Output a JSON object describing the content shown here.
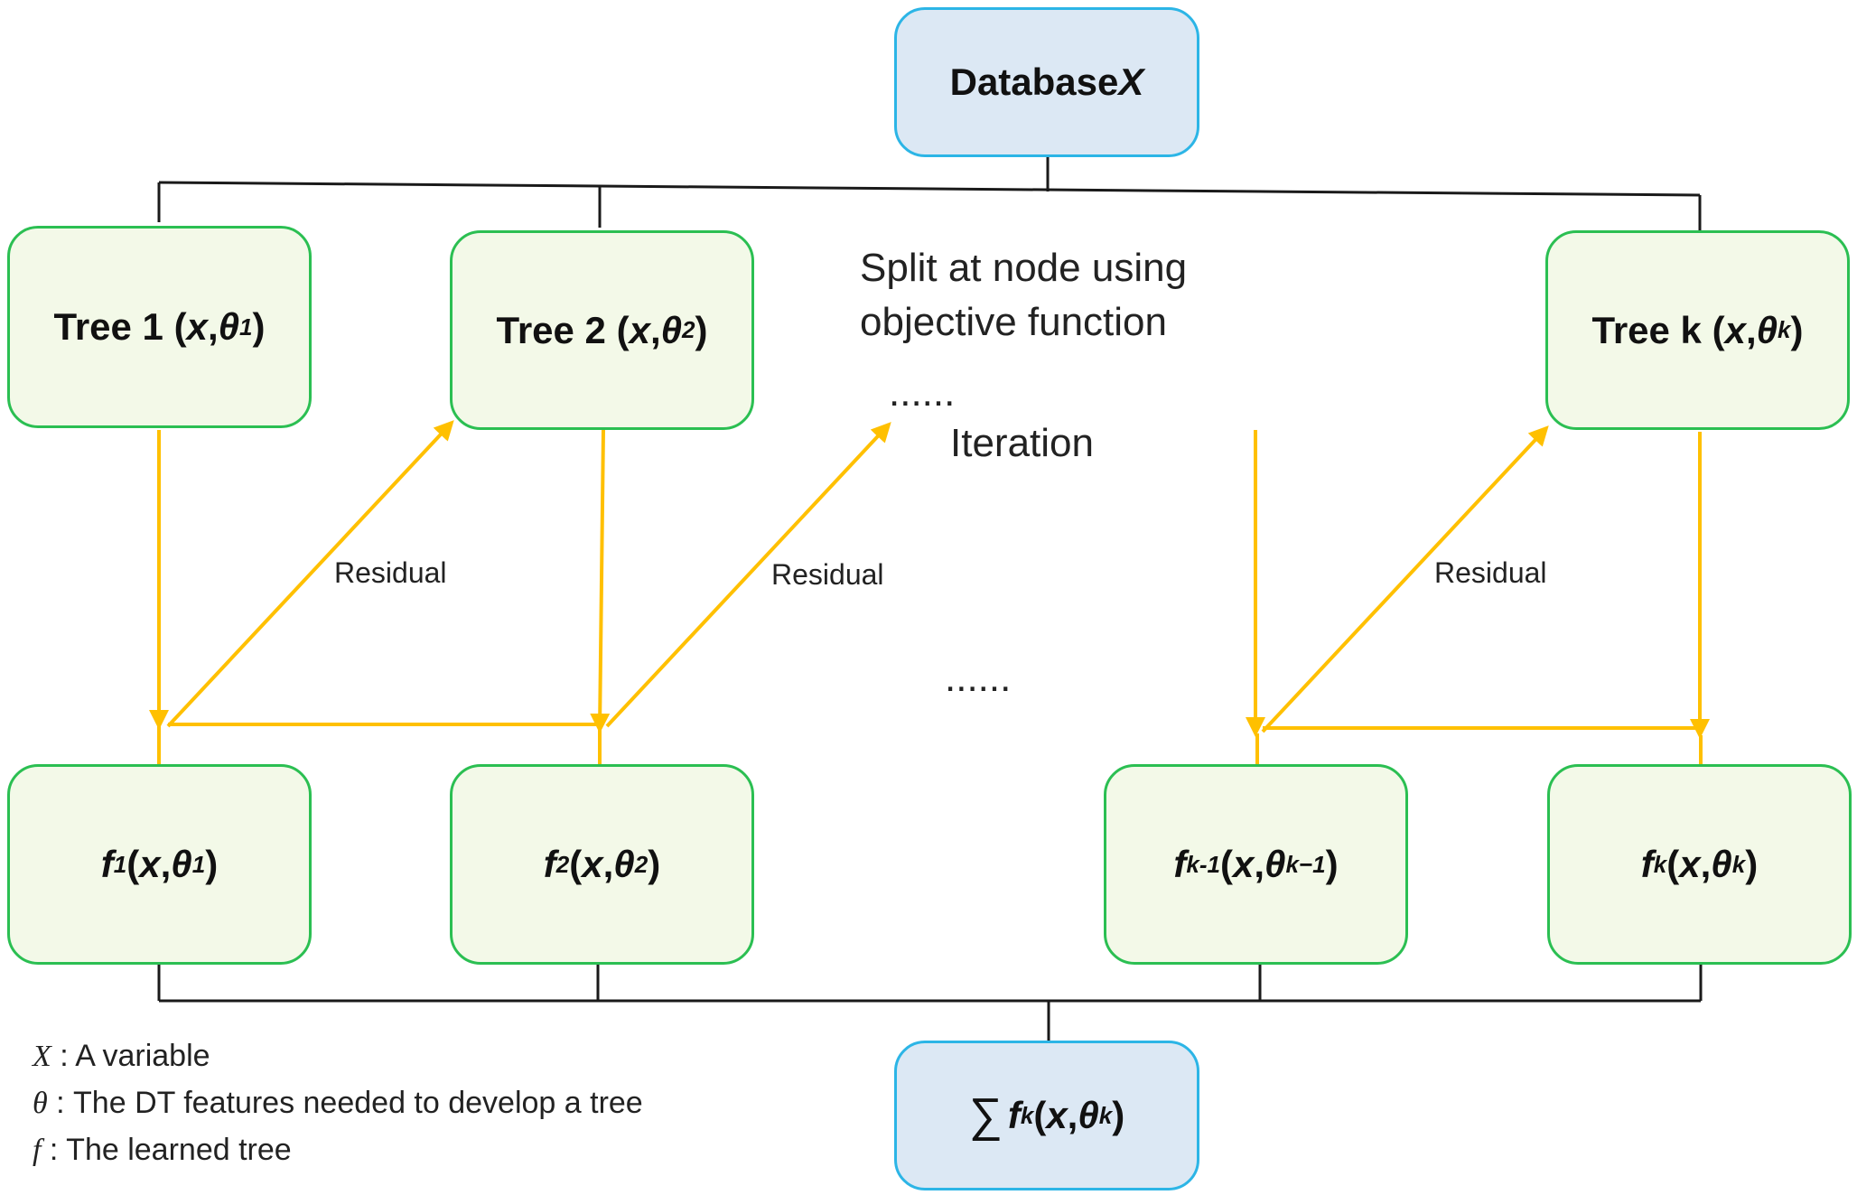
{
  "nodes": {
    "database": {
      "text": "Database ",
      "var": "X"
    },
    "tree1": {
      "pre": "Tree 1 (",
      "x": "x",
      "mid": ", ",
      "theta": "θ",
      "sub": "1",
      "post": ")"
    },
    "tree2": {
      "pre": "Tree 2 (",
      "x": "x",
      "mid": ", ",
      "theta": "θ",
      "sub": "2",
      "post": ")"
    },
    "treek": {
      "pre": "Tree k (",
      "x": "x",
      "mid": ", ",
      "theta": "θ",
      "sub": "k",
      "post": ")"
    },
    "f1": {
      "f": "f",
      "fsub": "1",
      "pre": "(",
      "x": "x",
      "mid": ", ",
      "theta": "θ",
      "sub": "1",
      "post": ")"
    },
    "f2": {
      "f": "f",
      "fsub": "2",
      "pre": " (",
      "x": "x",
      "mid": ", ",
      "theta": "θ",
      "sub": "2",
      "post": ")"
    },
    "fk1": {
      "f": "f",
      "fsub": "k-1",
      "pre": " (",
      "x": "x",
      "mid": ", ",
      "theta": "θ",
      "sub": "k−1",
      "post": ")"
    },
    "fk": {
      "f": "f",
      "fsub": "k",
      "pre": " (",
      "x": "x",
      "mid": ", ",
      "theta": "θ",
      "sub": "k",
      "post": ")"
    },
    "sum": {
      "sigma": "∑",
      "f": "f",
      "fsub": "k",
      "pre": " (",
      "x": "x",
      "mid": ", ",
      "theta": "θ",
      "sub": "k",
      "post": ")"
    }
  },
  "annotations": {
    "split_line1": "Split at node using",
    "split_line2": "objective function",
    "dots_top": "......",
    "iteration": "Iteration",
    "dots_mid": "......",
    "residual": "Residual"
  },
  "legend": [
    {
      "symbol": "X",
      "text": " : A variable"
    },
    {
      "symbol": "θ",
      "text": " : The DT features needed to develop a tree"
    },
    {
      "symbol": "f",
      "text": " : The learned tree"
    }
  ],
  "colors": {
    "arrow": "#ffc000",
    "line": "#1a1a1a",
    "green_border": "#2bbf52",
    "blue_border": "#2cb5e6"
  }
}
